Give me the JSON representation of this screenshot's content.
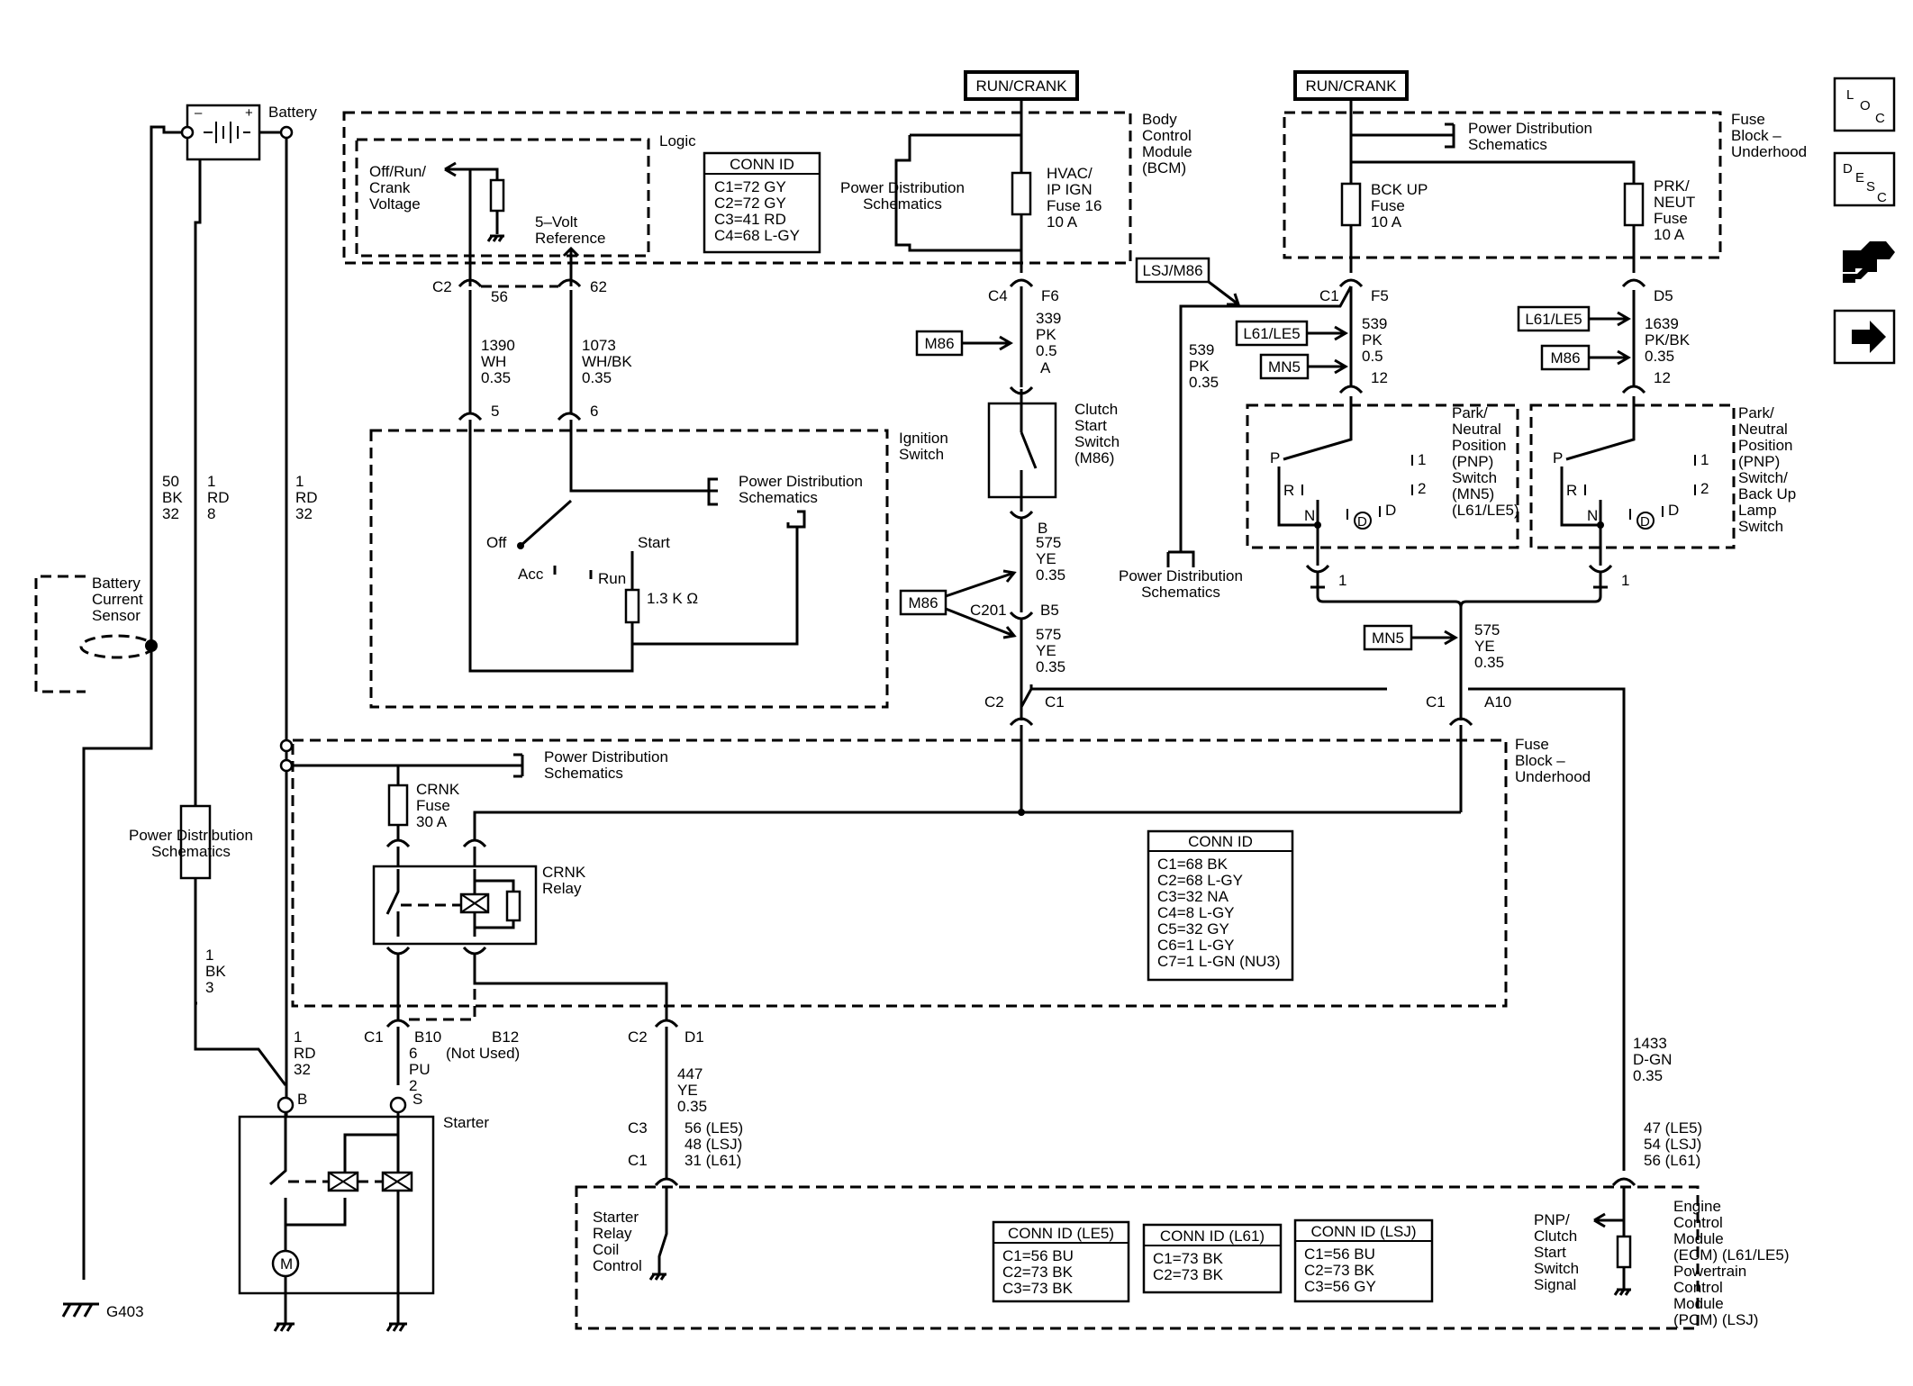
{
  "headers": {
    "run_crank_left": "RUN/CRANK",
    "run_crank_right": "RUN/CRANK"
  },
  "battery": {
    "label": "Battery",
    "current_sensor": [
      "Battery",
      "Current",
      "Sensor"
    ],
    "wire_50": [
      "50",
      "BK",
      "32"
    ],
    "wire_1rd8": [
      "1",
      "RD",
      "8"
    ],
    "wire_1rd32a": [
      "1",
      "RD",
      "32"
    ],
    "wire_1bk3": [
      "1",
      "BK",
      "3"
    ],
    "wire_1rd32b": [
      "1",
      "RD",
      "32"
    ],
    "pds_left": [
      "Power Distribution",
      "Schematics"
    ],
    "ground": "G403"
  },
  "bcm": {
    "title": [
      "Body",
      "Control",
      "Module",
      "(BCM)"
    ],
    "logic": "Logic",
    "off_run_crank": [
      "Off/Run/",
      "Crank",
      "Voltage"
    ],
    "five_volt": [
      "5–Volt",
      "Reference"
    ],
    "conn_title": "CONN ID",
    "conn_rows": [
      "C1=72 GY",
      "C2=72 GY",
      "C3=41 RD",
      "C4=68 L-GY"
    ],
    "pds": [
      "Power Distribution",
      "Schematics"
    ],
    "fuse16": [
      "HVAC/",
      "IP IGN",
      "Fuse 16",
      "10 A"
    ]
  },
  "ignition": {
    "c2": "C2",
    "pin56": "56",
    "pin62": "62",
    "wire_1390": [
      "1390",
      "WH",
      "0.35"
    ],
    "wire_1073": [
      "1073",
      "WH/BK",
      "0.35"
    ],
    "pin5": "5",
    "pin6": "6",
    "title": [
      "Ignition",
      "Switch"
    ],
    "pds": [
      "Power Distribution",
      "Schematics"
    ],
    "off": "Off",
    "acc": "Acc",
    "run": "Run",
    "start": "Start",
    "resistor": "1.3 K Ω"
  },
  "clutch": {
    "c4": "C4",
    "f6": "F6",
    "wire_339": [
      "339",
      "PK",
      "0.5"
    ],
    "m86_a": "M86",
    "pin_a": "A",
    "title": [
      "Clutch",
      "Start",
      "Switch",
      "(M86)"
    ],
    "pin_b": "B",
    "wire_575a": [
      "575",
      "YE",
      "0.35"
    ],
    "m86_b": "M86",
    "c201": "C201",
    "b5": "B5",
    "wire_575b": [
      "575",
      "YE",
      "0.35"
    ],
    "c2": "C2",
    "c1": "C1"
  },
  "fuse_block_upper": {
    "title": [
      "Fuse",
      "Block –",
      "Underhood"
    ],
    "pds": [
      "Power Distribution",
      "Schematics"
    ],
    "bck_up": [
      "BCK UP",
      "Fuse",
      "10 A"
    ],
    "prk_neut": [
      "PRK/",
      "NEUT",
      "Fuse",
      "10 A"
    ],
    "lsj_m86": "LSJ/M86",
    "c1": "C1",
    "f5": "F5",
    "d5": "D5",
    "wire_539a": [
      "539",
      "PK",
      "0.35"
    ],
    "wire_539b": [
      "539",
      "PK",
      "0.5"
    ],
    "wire_1639": [
      "1639",
      "PK/BK",
      "0.35"
    ],
    "l61_le5_a": "L61/LE5",
    "l61_le5_b": "L61/LE5",
    "mn5_a": "MN5",
    "m86_c": "M86",
    "pin12a": "12",
    "pin12b": "12",
    "pds_bottom": [
      "Power Distribution",
      "Schematics"
    ]
  },
  "pnp_left": {
    "title": [
      "Park/",
      "Neutral",
      "Position",
      "(PNP)",
      "Switch",
      "(MN5)",
      "(L61/LE5)"
    ],
    "p": "P",
    "r": "R",
    "n": "N",
    "d": "D",
    "one": "1",
    "two": "2",
    "pin1": "1"
  },
  "pnp_right": {
    "title": [
      "Park/",
      "Neutral",
      "Position",
      "(PNP)",
      "Switch/",
      "Back Up",
      "Lamp",
      "Switch"
    ],
    "p": "P",
    "r": "R",
    "n": "N",
    "d": "D",
    "one": "1",
    "two": "2",
    "pin1": "1"
  },
  "pnp_out": {
    "mn5": "MN5",
    "wire_575": [
      "575",
      "YE",
      "0.35"
    ],
    "c1": "C1",
    "a10": "A10"
  },
  "fuse_block_lower": {
    "pds": [
      "Power Distribution",
      "Schematics"
    ],
    "title": [
      "Fuse",
      "Block –",
      "Underhood"
    ],
    "crnk_fuse": [
      "CRNK",
      "Fuse",
      "30 A"
    ],
    "crnk_relay": [
      "CRNK",
      "Relay"
    ],
    "conn_title": "CONN ID",
    "conn_rows": [
      "C1=68 BK",
      "C2=68 L-GY",
      "C3=32 NA",
      "C4=8 L-GY",
      "C5=32 GY",
      "C6=1 L-GY",
      "C7=1 L-GN (NU3)"
    ]
  },
  "lower": {
    "c1": "C1",
    "b10": "B10",
    "b12": "B12",
    "not_used": "(Not Used)",
    "c2": "C2",
    "d1": "D1",
    "wire_6pu2": [
      "6",
      "PU",
      "2"
    ],
    "wire_447": [
      "447",
      "YE",
      "0.35"
    ],
    "wire_1433": [
      "1433",
      "D-GN",
      "0.35"
    ],
    "c3": "C3",
    "c1b": "C1",
    "pins_left": [
      "56 (LE5)",
      "48 (LSJ)",
      "31 (L61)"
    ],
    "pins_right": [
      "47 (LE5)",
      "54 (LSJ)",
      "56 (L61)"
    ],
    "starter": "Starter",
    "b": "B",
    "s": "S",
    "m": "M"
  },
  "ecm": {
    "starter_relay": [
      "Starter",
      "Relay",
      "Coil",
      "Control"
    ],
    "pnp_signal": [
      "PNP/",
      "Clutch",
      "Start",
      "Switch",
      "Signal"
    ],
    "title": [
      "Engine",
      "Control",
      "Module",
      "(ECM) (L61/LE5)",
      "Powertrain",
      "Control",
      "Module",
      "(PCM) (LSJ)"
    ],
    "conn_le5_title": "CONN ID (LE5)",
    "conn_le5_rows": [
      "C1=56 BU",
      "C2=73 BK",
      "C3=73 BK"
    ],
    "conn_l61_title": "CONN ID (L61)",
    "conn_l61_rows": [
      "C1=73 BK",
      "C2=73 BK"
    ],
    "conn_lsj_title": "CONN ID (LSJ)",
    "conn_lsj_rows": [
      "C1=56 BU",
      "C2=73 BK",
      "C3=56 GY"
    ]
  },
  "side_icons": {
    "loc": "LOC",
    "desc": "DESC",
    "icons": [
      "loc-icon",
      "desc-icon",
      "harness-icon",
      "next-arrow-icon"
    ]
  }
}
